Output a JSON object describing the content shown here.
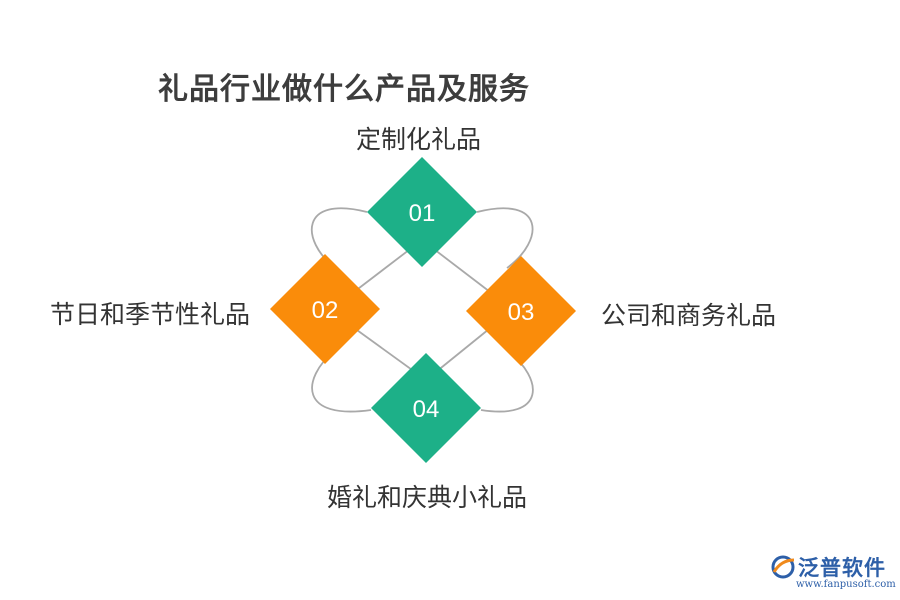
{
  "title": "礼品行业做什么产品及服务",
  "items": [
    {
      "num": "01",
      "label": "定制化礼品",
      "color": "#1db088"
    },
    {
      "num": "02",
      "label": "节日和季节性礼品",
      "color": "#fa8c0a"
    },
    {
      "num": "03",
      "label": "公司和商务礼品",
      "color": "#fa8c0a"
    },
    {
      "num": "04",
      "label": "婚礼和庆典小礼品",
      "color": "#1db088"
    }
  ],
  "logo": {
    "name": "泛普软件",
    "url": "www.fanpusoft.com",
    "color": "#2d5fa8",
    "accent": "#f08a1c"
  }
}
